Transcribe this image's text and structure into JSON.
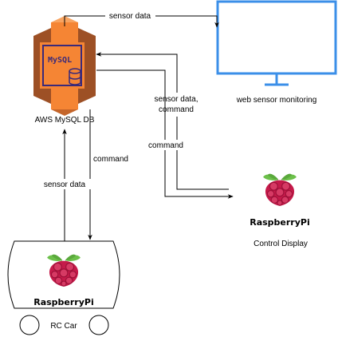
{
  "nodes": {
    "aws_db": {
      "label": "AWS MySQL DB",
      "badge": "MySQL",
      "icon": "aws-rds-mysql-icon"
    },
    "web": {
      "label": "web sensor monitoring",
      "icon": "monitor-icon",
      "color": "#3B8FE8"
    },
    "display": {
      "label": "Control Display",
      "brand": "RaspberryPi",
      "icon": "raspberry-pi-logo-icon"
    },
    "car": {
      "label": "RC Car",
      "brand": "RaspberryPi",
      "icon": "raspberry-pi-logo-icon"
    }
  },
  "edges": {
    "db_to_web": "sensor data",
    "display_to_db": "sensor data,",
    "display_to_db_2": "command",
    "db_to_display": "command",
    "db_to_car": "command",
    "car_to_db": "sensor data"
  },
  "colors": {
    "aws_orange": "#F58534",
    "aws_dark": "#9D5025",
    "rpi_red": "#C51A4A",
    "rpi_green": "#6CC04A",
    "monitor_blue": "#3B8FE8"
  }
}
